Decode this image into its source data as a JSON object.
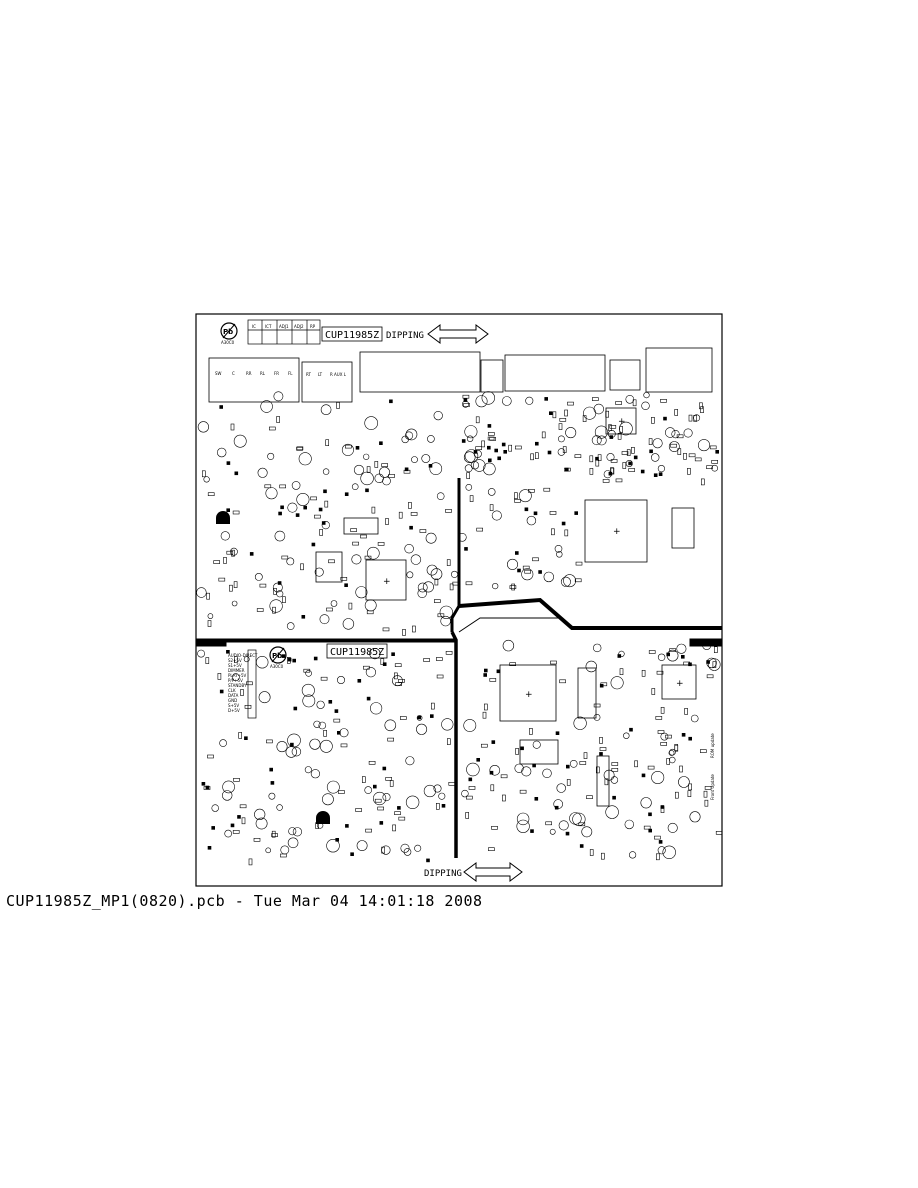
{
  "board": {
    "top_part_number": "CUP11985Z",
    "bottom_part_number": "CUP11985Z",
    "top_dipping_label": "DIPPING",
    "bottom_dipping_label": "DIPPING",
    "pb_code_top": "A30C0",
    "pb_code_bottom": "A30C0",
    "top_header_labels": [
      "IC",
      "ICT",
      "ADJ1",
      "ADJ2",
      "RP"
    ],
    "audio_jack_labels": [
      "SW",
      "C",
      "RR",
      "RL",
      "FR",
      "FL"
    ],
    "rear_jack_labels": [
      "RT",
      "LT",
      "R AUX L"
    ],
    "side_labels": [
      "ROM update",
      "Front Update"
    ],
    "pin_list_labels": [
      "AUDIO-DIRECT",
      "S2+5V",
      "S1+5V",
      "DIMMER",
      "PLAY+5V",
      "P/P+5V",
      "STANDBY",
      "CLK",
      "DATA",
      "GND",
      "S+5V",
      "D+5V"
    ],
    "colors": {
      "ink": "#000000",
      "paper": "#ffffff"
    }
  },
  "footer": {
    "caption": "CUP11985Z_MP1(0820).pcb - Tue Mar 04 14:01:18 2008"
  }
}
